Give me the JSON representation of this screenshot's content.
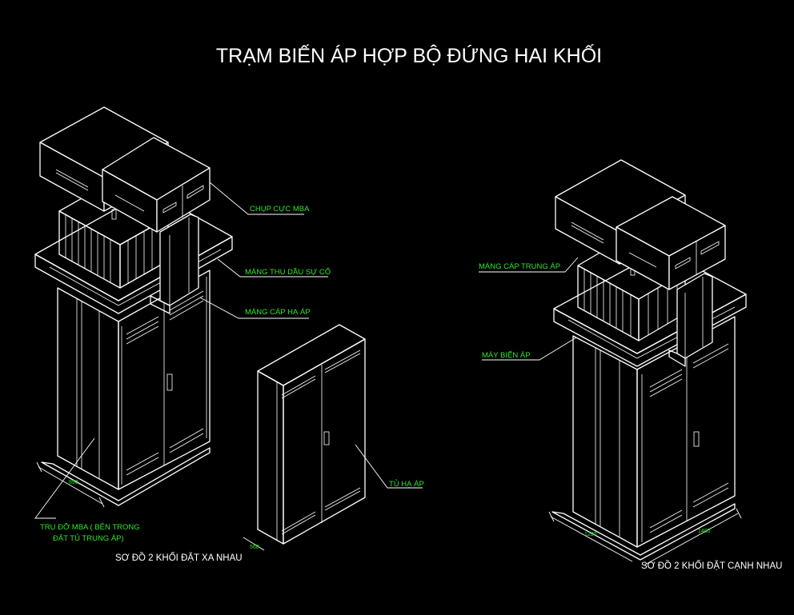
{
  "title": "TRẠM BIẾN ÁP HỢP BỘ ĐỨNG HAI KHỐI",
  "colors": {
    "background": "#000000",
    "lines": "#ffffff",
    "labels": "#2fe62f"
  },
  "left_drawing": {
    "caption": "SƠ ĐỒ 2 KHỐI ĐẶT XA NHAU",
    "callouts": {
      "chup_cuc": "CHỤP CỰC MBA",
      "mang_thu_dau": "MÁNG THU DẦU SỰ CỐ",
      "mang_cap_ha": "MÁNG CÁP HẠ ÁP",
      "tu_ha_ap": "TỦ HẠ ÁP",
      "tru_do_line1": "TRỤ ĐỠ MBA ( BÊN TRONG",
      "tru_do_line2": "ĐẶT TỦ TRUNG ÁP)"
    },
    "dims": {
      "base_depth": "890",
      "cabinet_depth": "560"
    }
  },
  "right_drawing": {
    "caption": "SƠ ĐỒ 2 KHỐI ĐẶT CẠNH NHAU",
    "callouts": {
      "mang_cap_trung": "MÁNG CÁP TRUNG ÁP",
      "may_bien_ap": "MÁY BIẾN ÁP"
    },
    "dims": {
      "left_depth": "1290",
      "right_width": "1400"
    }
  }
}
